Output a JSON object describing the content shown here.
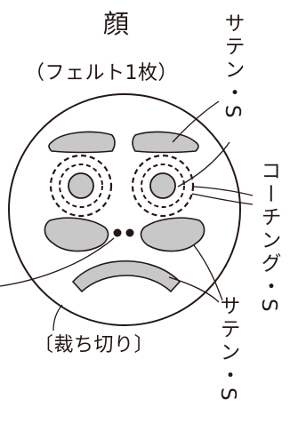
{
  "title": "顔",
  "subtitle": "（フェルト1枚）",
  "cutout_label": "〔裁ち切り〕",
  "callouts": {
    "brows": "サテン・S",
    "eyes": "コーチング・S",
    "cheeks_mouth": "サテン・S"
  },
  "colors": {
    "outline": "#231815",
    "fill": "#c8c8c8",
    "background": "#ffffff"
  }
}
